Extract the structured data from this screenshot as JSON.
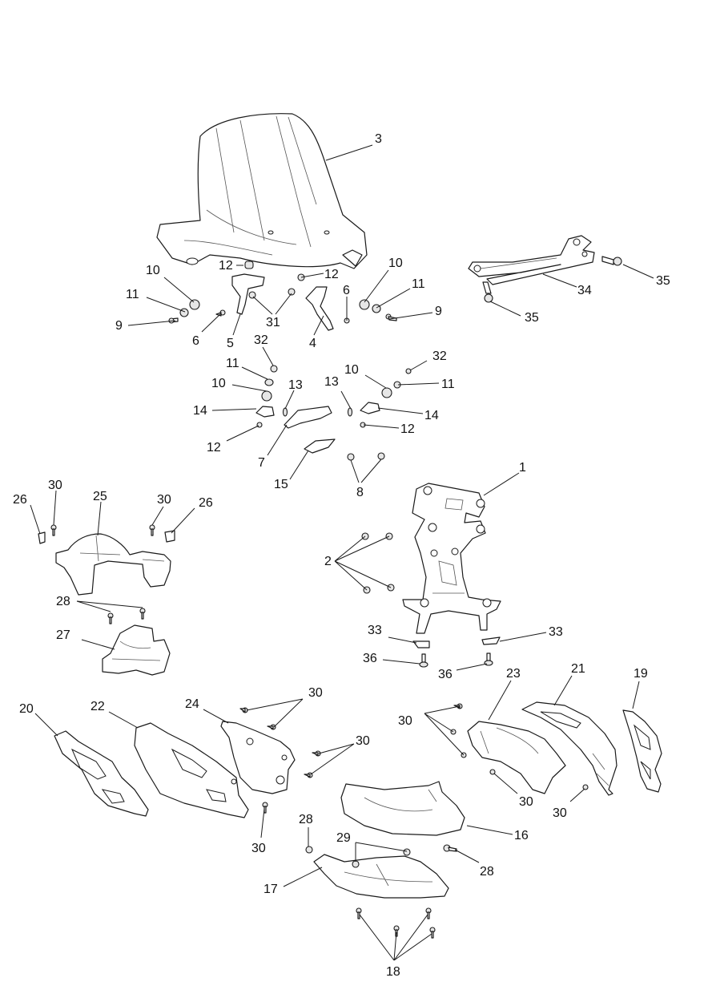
{
  "diagram": {
    "callouts": [
      "1",
      "2",
      "3",
      "4",
      "5",
      "6",
      "7",
      "8",
      "9",
      "10",
      "11",
      "12",
      "13",
      "14",
      "15",
      "16",
      "17",
      "18",
      "19",
      "20",
      "21",
      "22",
      "23",
      "24",
      "25",
      "26",
      "27",
      "28",
      "29",
      "30",
      "31",
      "32",
      "33",
      "34",
      "35",
      "36"
    ]
  }
}
